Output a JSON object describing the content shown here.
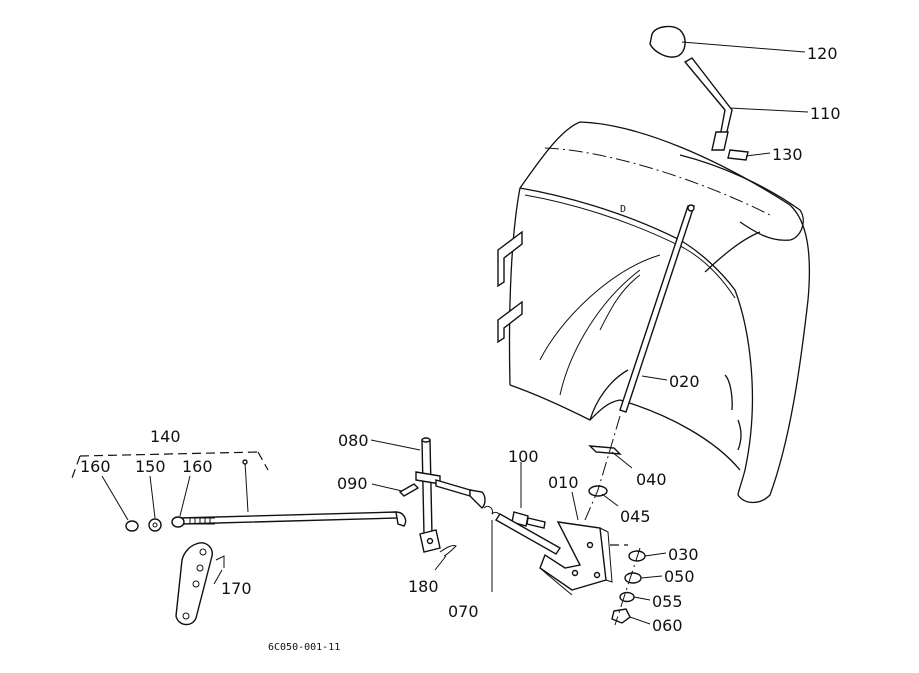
{
  "diagram": {
    "drawing_code": "6C050-001-11",
    "callouts": {
      "p120": "120",
      "p110": "110",
      "p130": "130",
      "p020": "020",
      "p040": "040",
      "p045": "045",
      "p010": "010",
      "p100": "100",
      "p030": "030",
      "p050": "050",
      "p055": "055",
      "p060": "060",
      "p080": "080",
      "p090": "090",
      "p180": "180",
      "p070": "070",
      "p140": "140",
      "p150": "150",
      "p160a": "160",
      "p160b": "160",
      "p170": "170"
    }
  }
}
